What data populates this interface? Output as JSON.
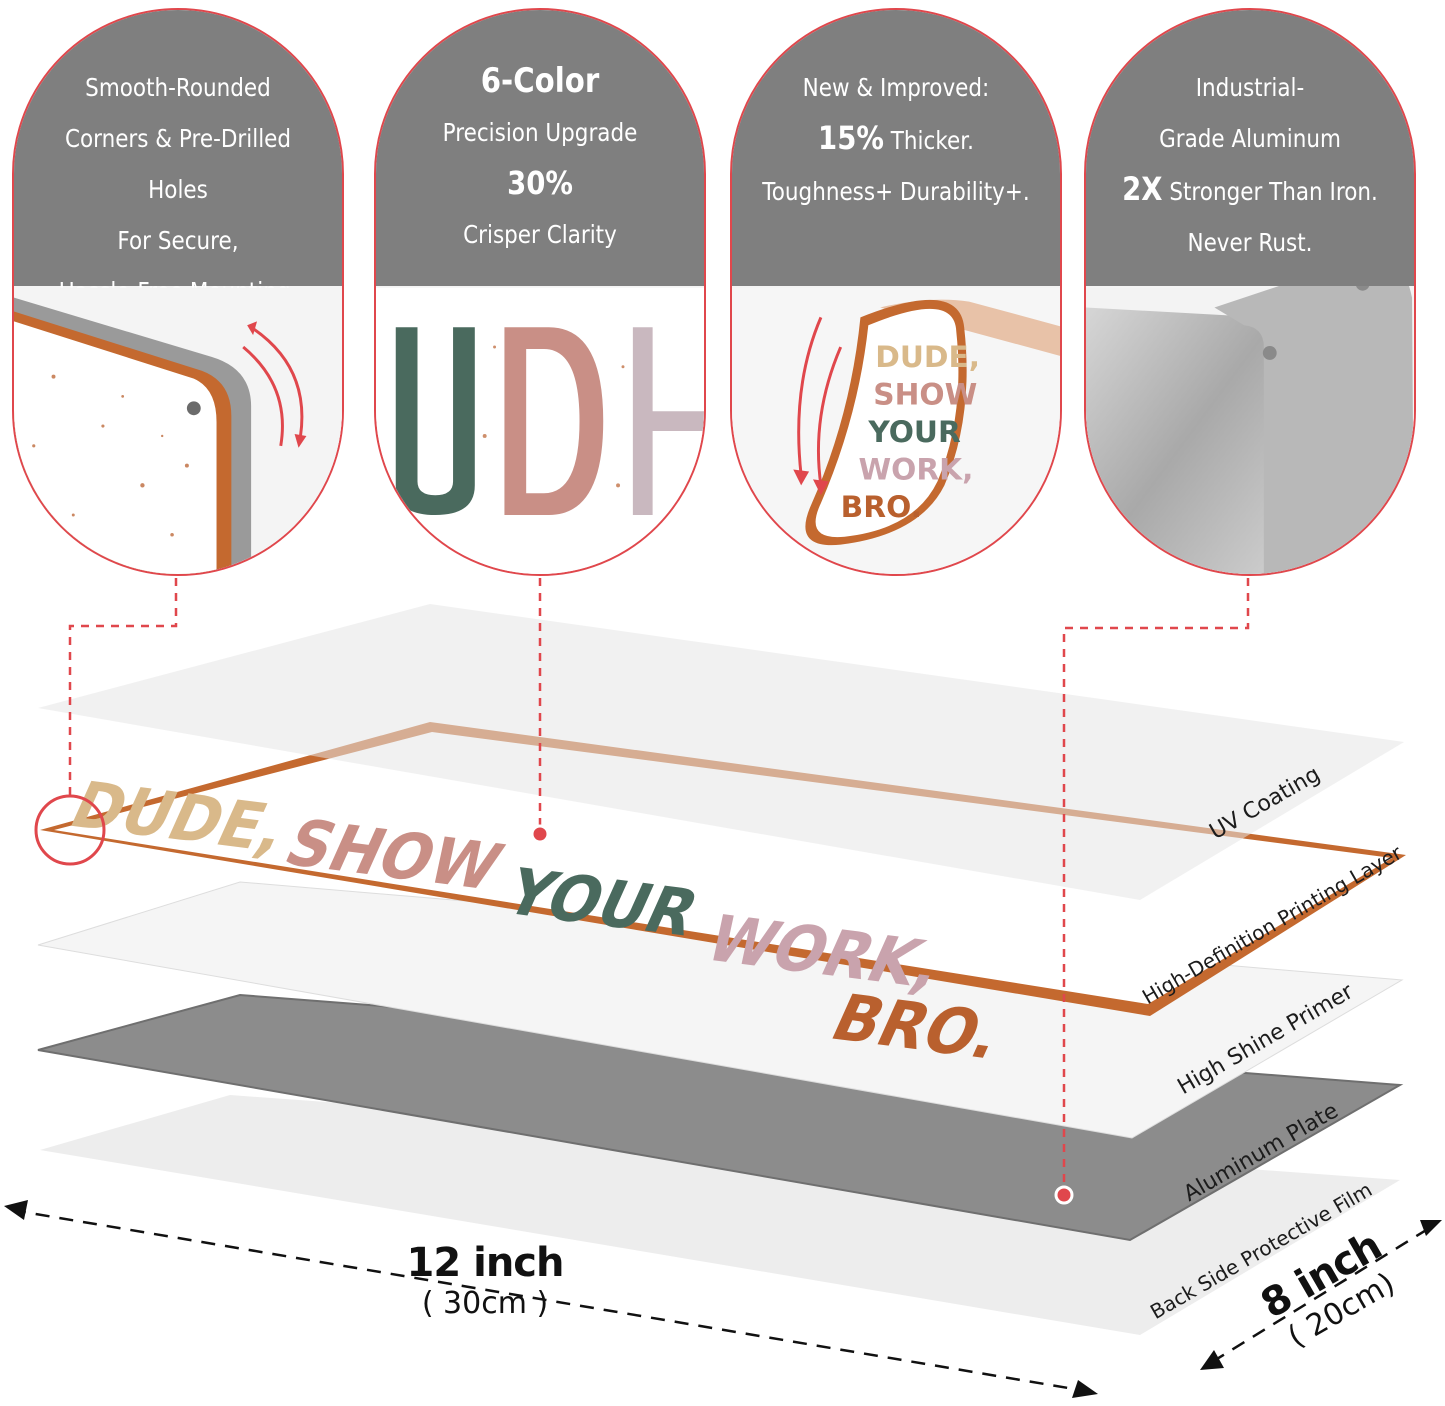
{
  "features": [
    {
      "lines": [
        "Smooth-Rounded",
        "Corners & Pre-Drilled Holes",
        "For Secure,",
        "Hassle-Free Mounting."
      ],
      "icon": "rounded-corner-closeup"
    },
    {
      "title": "6-Color",
      "line2": "Precision Upgrade",
      "highlight": "30%",
      "line4": "Crisper Clarity",
      "icon": "print-detail-closeup"
    },
    {
      "line1": "New & Improved:",
      "highlight": "15%",
      "line2_rest": " Thicker.",
      "line3": "Toughness+ Durability+.",
      "icon": "bending-sign-photo",
      "sign_text": [
        "DUDE,",
        "SHOW",
        "YOUR",
        "WORK,",
        "BRO."
      ]
    },
    {
      "line1": "Industrial-",
      "line2": "Grade Aluminum",
      "highlight": "2X",
      "line3_rest": " Stronger Than Iron.",
      "line4": "Never Rust.",
      "icon": "aluminum-corner-closeup"
    }
  ],
  "sign": {
    "text": [
      "DUDE,",
      "SHOW",
      "YOUR",
      "WORK,",
      "BRO."
    ],
    "colors": [
      "#d9b98a",
      "#c98f86",
      "#4a6a5e",
      "#c9a3ad",
      "#b9602e"
    ]
  },
  "layers": [
    "UV Coating",
    "High-Definition Printing Layer",
    "High Shine Primer",
    "Aluminum Plate",
    "Back Side Protective Film"
  ],
  "dimensions": {
    "width_main": "12 inch",
    "width_sub": "( 30cm )",
    "height_main": "8 inch",
    "height_sub": "( 20cm)"
  },
  "colors": {
    "accent": "#e0474c",
    "header_gray": "#7f7f7f",
    "rust": "#b9602e"
  }
}
